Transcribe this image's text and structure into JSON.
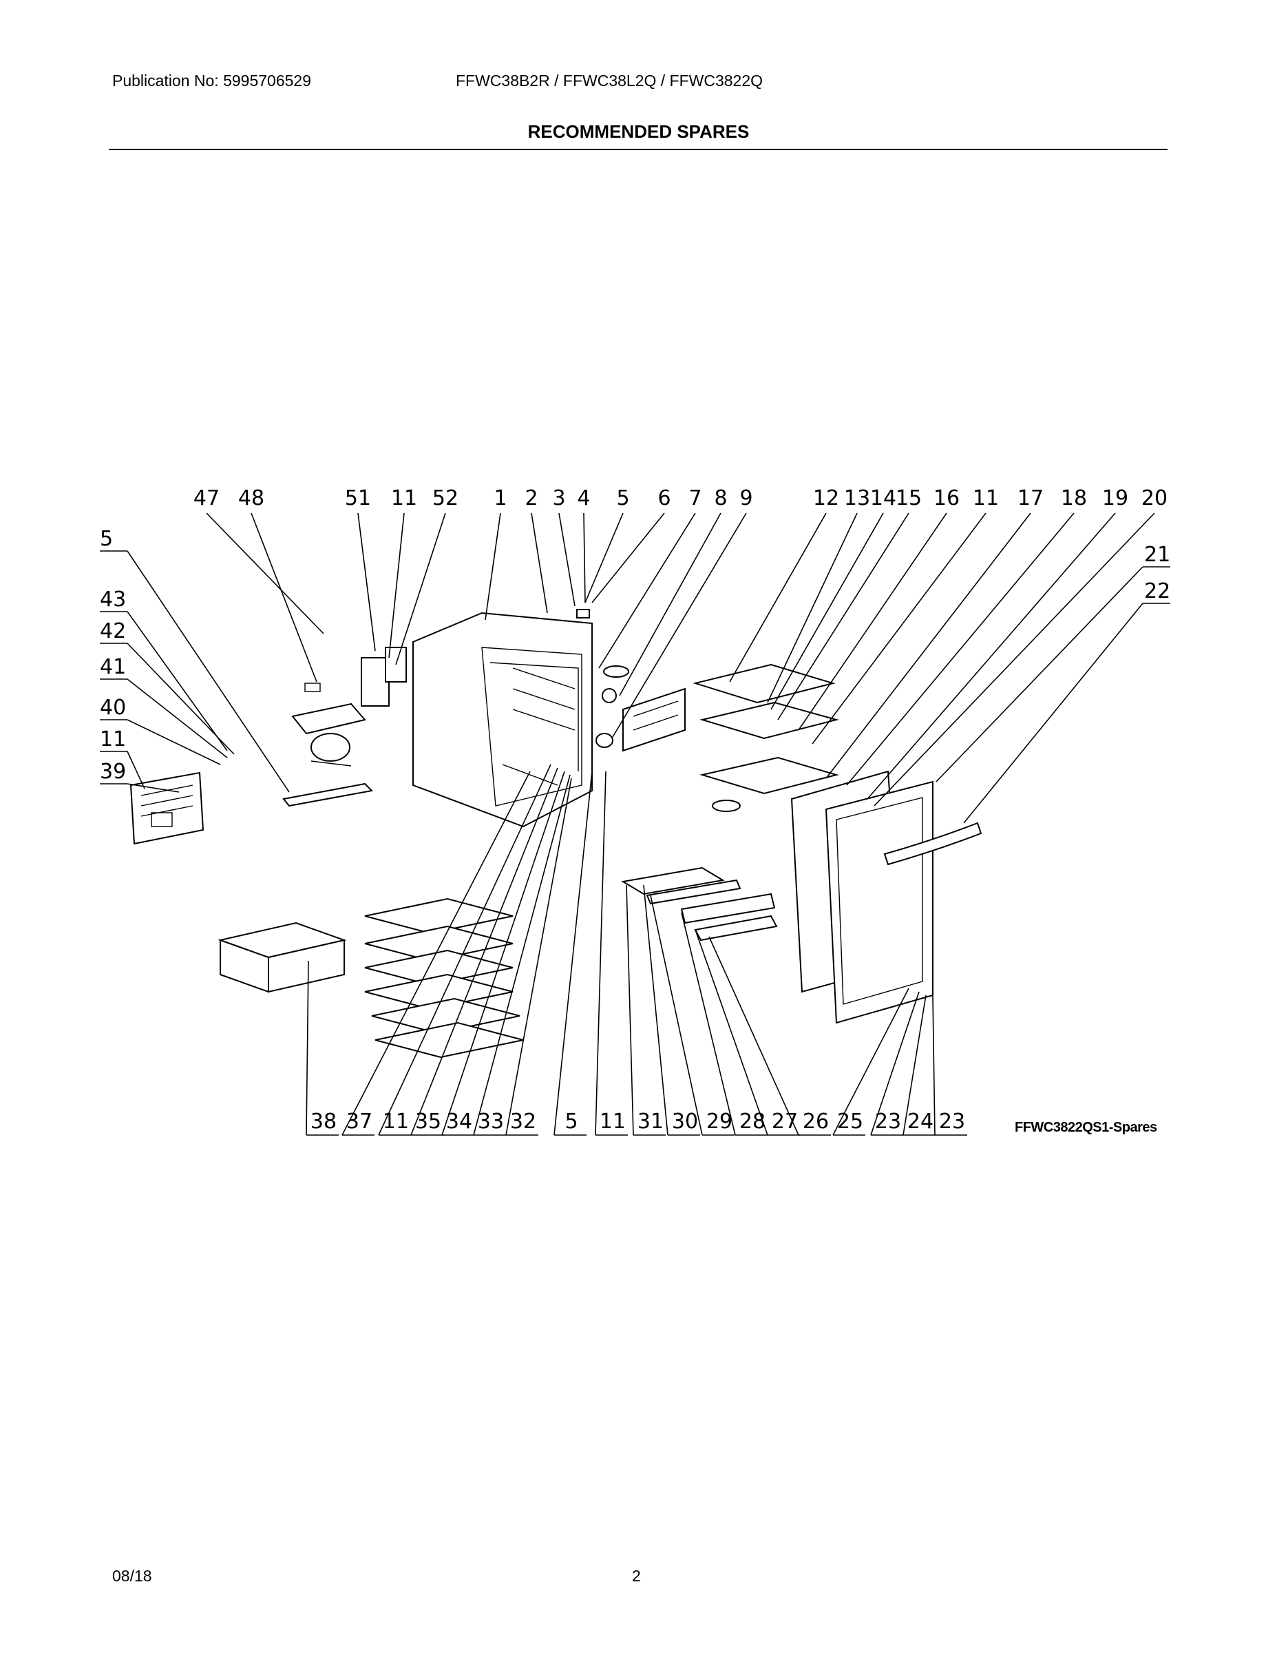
{
  "header": {
    "publication": "Publication No: 5995706529",
    "models": "FFWC38B2R / FFWC38L2Q / FFWC3822Q",
    "title": "RECOMMENDED SPARES"
  },
  "diagram": {
    "figure_id": "FFWC3822QS1-Spares",
    "callouts_top": [
      "47",
      "48",
      "51",
      "11",
      "52",
      "1",
      "2",
      "3",
      "4",
      "5",
      "6",
      "7",
      "8",
      "9",
      "12",
      "13",
      "14",
      "15",
      "16",
      "11",
      "17",
      "18",
      "19",
      "20"
    ],
    "callouts_left": [
      "5",
      "43",
      "42",
      "41",
      "40",
      "11",
      "39"
    ],
    "callouts_right": [
      "21",
      "22"
    ],
    "callouts_bottom": [
      "38",
      "37",
      "11",
      "35",
      "34",
      "33",
      "32",
      "5",
      "11",
      "31",
      "30",
      "29",
      "28",
      "27",
      "26",
      "25",
      "23",
      "24",
      "23"
    ]
  },
  "footer": {
    "date": "08/18",
    "page": "2"
  }
}
